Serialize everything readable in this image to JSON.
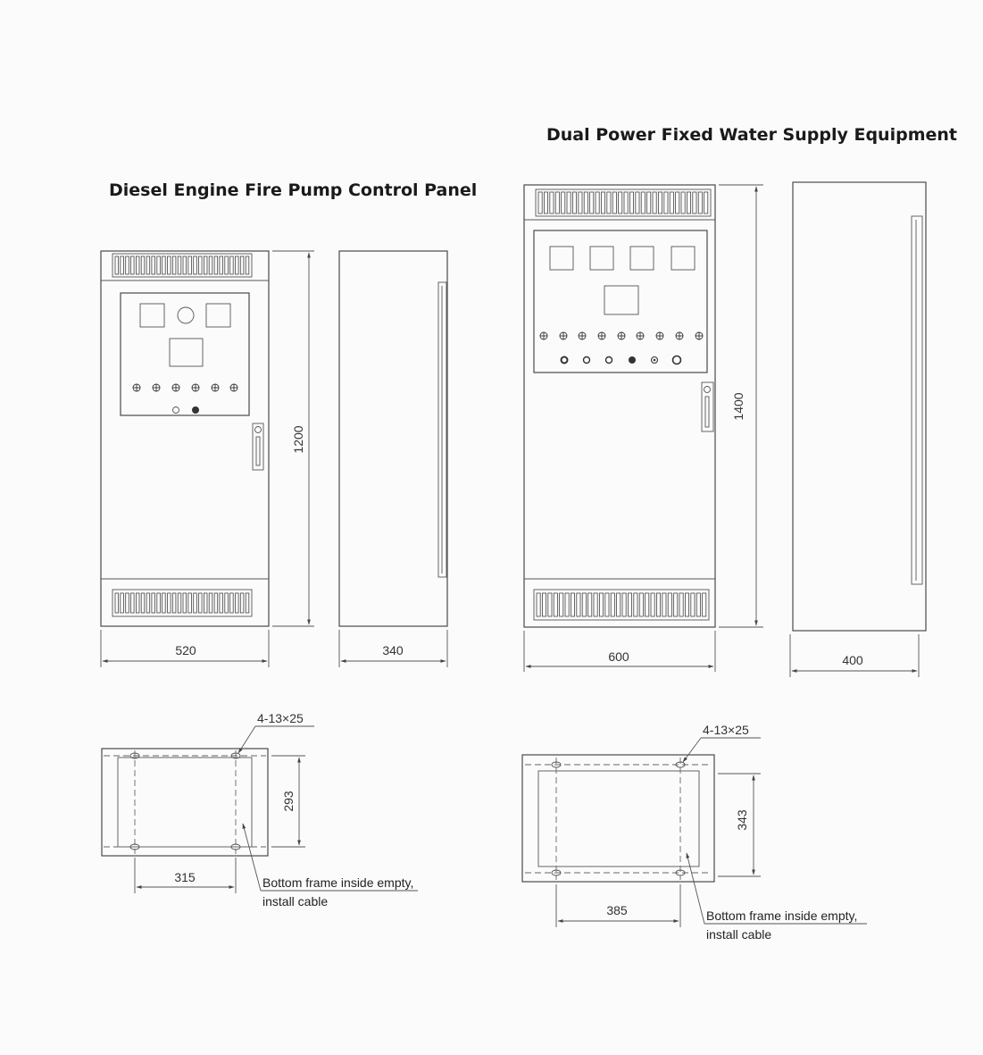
{
  "left": {
    "title": "Diesel Engine Fire Pump Control Panel",
    "height_dim": "1200",
    "width_dim": "520",
    "depth_dim": "340",
    "hole_spec": "4-13×25",
    "base_depth_dim": "293",
    "base_width_dim": "315",
    "note_line1": "Bottom frame inside empty,",
    "note_line2": "install cable"
  },
  "right": {
    "title": "Dual Power Fixed Water Supply Equipment",
    "height_dim": "1400",
    "width_dim": "600",
    "depth_dim": "400",
    "hole_spec": "4-13×25",
    "base_depth_dim": "343",
    "base_width_dim": "385",
    "note_line1": "Bottom frame inside empty,",
    "note_line2": "install cable"
  }
}
